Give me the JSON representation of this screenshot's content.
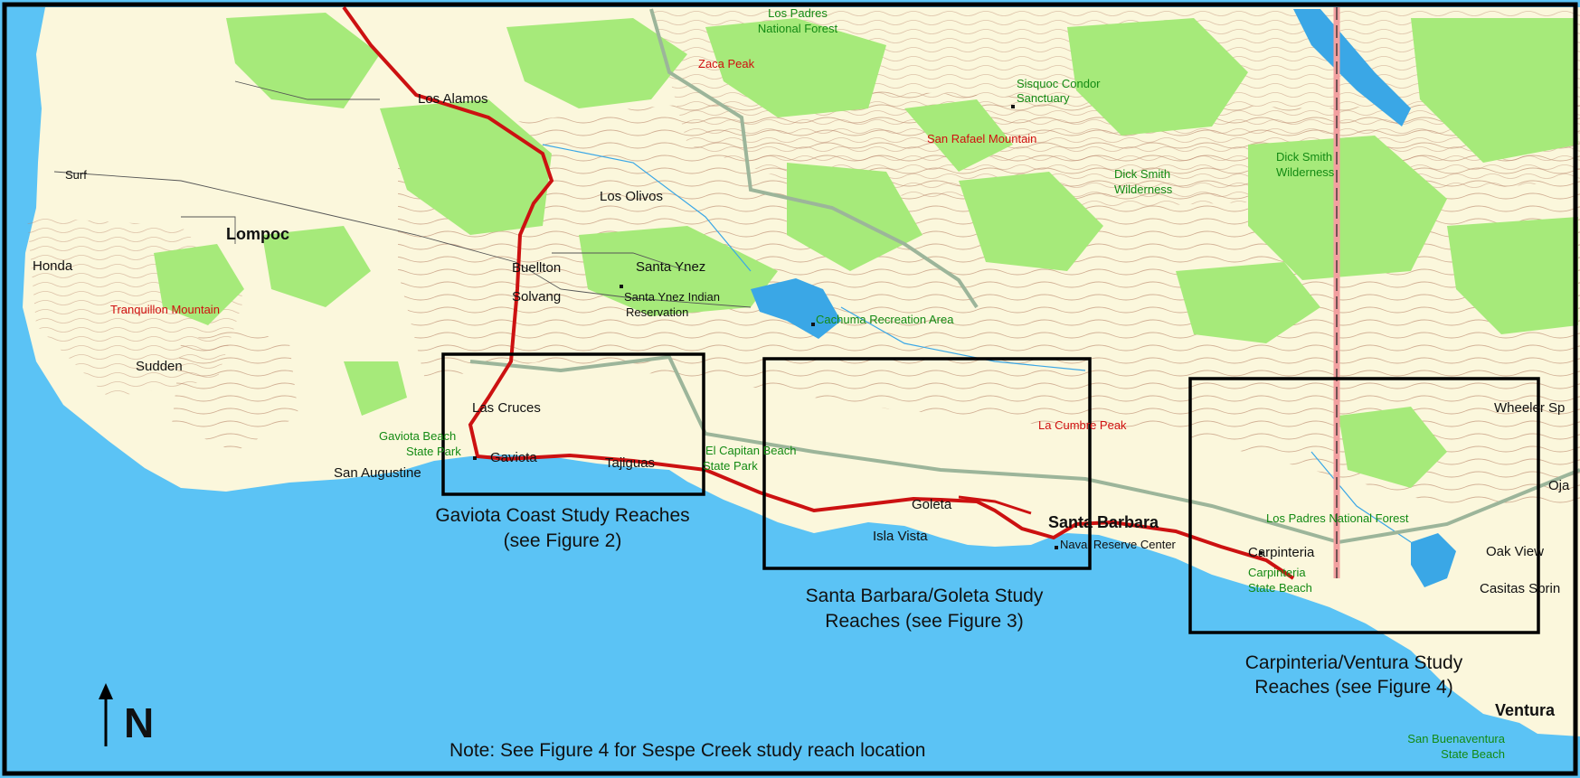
{
  "map": {
    "colors": {
      "ocean": "#5bc3f5",
      "land": "#fbf7dc",
      "forest": "#a6ea7a",
      "contour": "#b27a5e",
      "highway": "#cc1111",
      "boundary": "#9cb59a",
      "water": "#3aa7e6",
      "frame": "#000000"
    },
    "north_label": "N",
    "note": "Note: See Figure 4 for Sespe Creek study reach location",
    "study_areas": [
      {
        "line1": "Gaviota Coast Study Reaches",
        "line2": "(see Figure 2)"
      },
      {
        "line1": "Santa Barbara/Goleta Study",
        "line2": "Reaches (see Figure 3)"
      },
      {
        "line1": "Carpinteria/Ventura Study",
        "line2": "Reaches (see Figure 4)"
      }
    ],
    "places": {
      "los_padres_nf_top_1": "Los Padres",
      "los_padres_nf_top_2": "National Forest",
      "zaca_peak": "Zaca Peak",
      "los_alamos": "Los Alamos",
      "sisquoc_1": "Sisquoc Condor",
      "sisquoc_2": "Sanctuary",
      "san_rafael": "San Rafael Mountain",
      "surf": "Surf",
      "los_olivos": "Los Olivos",
      "dick_smith_1a": "Dick Smith",
      "dick_smith_1b": "Wilderness",
      "dick_smith_2a": "Dick Smith",
      "dick_smith_2b": "Wilderness",
      "lompoc": "Lompoc",
      "honda": "Honda",
      "buellton": "Buellton",
      "santa_ynez": "Santa Ynez",
      "solvang": "Solvang",
      "sy_indian_1": "Santa Ynez Indian",
      "sy_indian_2": "Reservation",
      "tranquillon": "Tranquillon Mountain",
      "cachuma": "Cachuma Recreation Area",
      "sudden": "Sudden",
      "las_cruces": "Las Cruces",
      "la_cumbre": "La Cumbre Peak",
      "wheeler": "Wheeler Sp",
      "gaviota_beach_1": "Gaviota Beach",
      "gaviota_beach_2": "State Park",
      "el_capitan_1": "El Capitan Beach",
      "el_capitan_2": "State Park",
      "oja": "Oja",
      "san_augustine": "San Augustine",
      "gaviota": "Gaviota",
      "tajiguas": "Tajiguas",
      "goleta": "Goleta",
      "santa_barbara": "Santa Barbara",
      "lp_nf_bottom": "Los Padres National Forest",
      "isla_vista": "Isla Vista",
      "naval": "Naval Reserve Center",
      "carpinteria": "Carpinteria",
      "oak_view": "Oak View",
      "carp_sb_1": "Carpinteria",
      "carp_sb_2": "State Beach",
      "casitas": "Casitas Sprin",
      "ventura": "Ventura",
      "san_buena_1": "San Buenaventura",
      "san_buena_2": "State Beach"
    }
  }
}
